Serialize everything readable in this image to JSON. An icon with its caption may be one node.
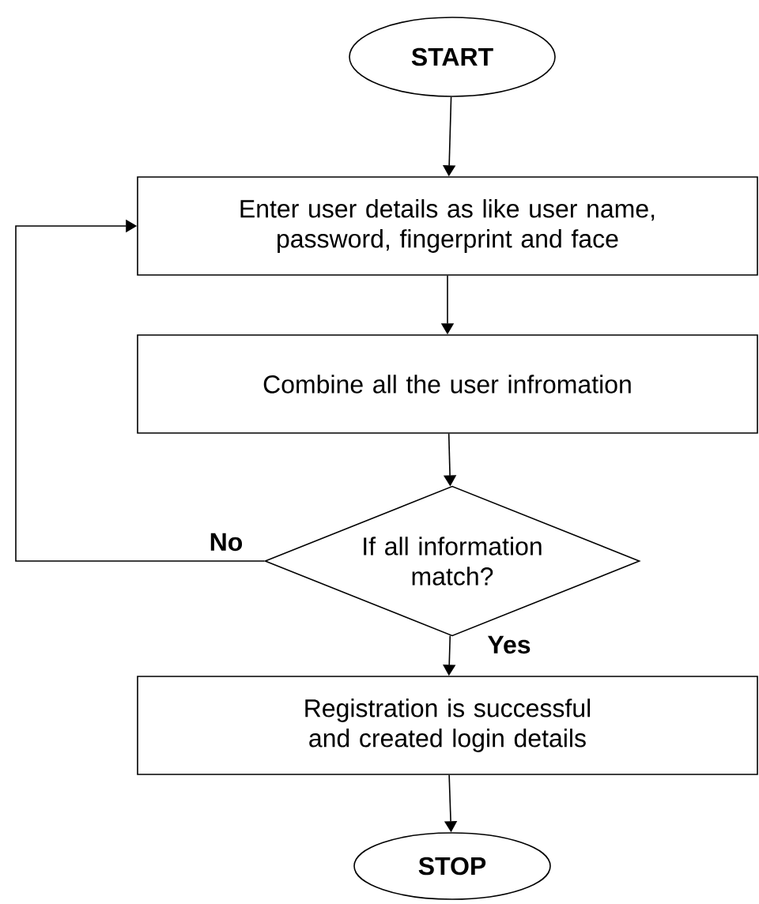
{
  "diagram": {
    "nodes": [
      {
        "text": [
          "START"
        ]
      },
      {
        "text": [
          "Enter user details as like user name, password, fingerprint and face"
        ]
      },
      {
        "text": [
          "Combine all the user infromation"
        ]
      },
      {
        "text": [
          "If all information match?"
        ]
      },
      {
        "text": [
          "Registration is successful and created login details"
        ]
      },
      {
        "text": [
          "STOP"
        ]
      }
    ],
    "edges": [
      {
        "from": 0,
        "to": 1,
        "arrow": "to"
      },
      {
        "from": 1,
        "to": 2,
        "arrow": "to"
      },
      {
        "from": 2,
        "to": 3,
        "arrow": "to"
      },
      {
        "from": 3,
        "to": 1,
        "arrow": "to",
        "label": "No"
      },
      {
        "from": 3,
        "to": 4,
        "arrow": "to",
        "label": "Yes"
      },
      {
        "from": 4,
        "to": 5,
        "arrow": "to"
      }
    ]
  }
}
